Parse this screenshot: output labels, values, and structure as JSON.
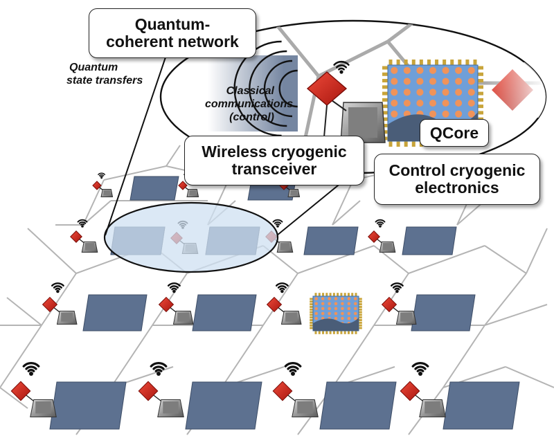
{
  "labels": {
    "network": [
      "Quantum-",
      "coherent network"
    ],
    "state_transfers": [
      "Quantum",
      "state transfers"
    ],
    "classical": [
      "Classical",
      "communications",
      "(control)"
    ],
    "transceiver": [
      "Wireless cryogenic",
      "transceiver"
    ],
    "electronics": [
      "Control cryogenic",
      "electronics"
    ],
    "qcore": "QCore"
  },
  "colors": {
    "tile": "#5d7190",
    "qubit_chip_blue": "#6f9fd8",
    "qubit_dot": "#f0935a",
    "pad_gold": "#c8a43a",
    "transceiver_red": "#d42a20",
    "electronics_grey": "#8c8c8c",
    "zoom_fill": "#cfe0f2",
    "grid_line": "#b4b4b4"
  },
  "icons": {
    "wireless": "wifi-icon",
    "transceiver": "red-diamond-chip-icon",
    "electronics": "grey-beveled-chip-icon",
    "qcore": "qubit-array-chip-icon"
  }
}
